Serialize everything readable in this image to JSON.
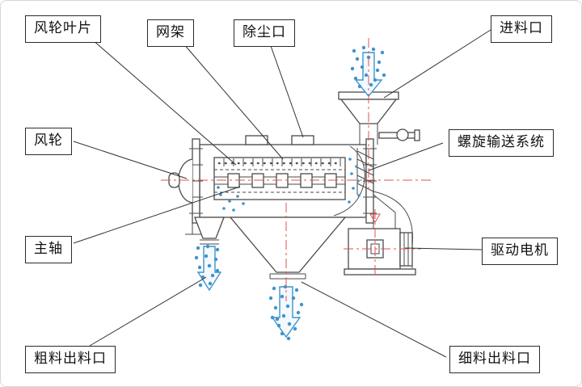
{
  "page": {
    "background": "#ffffff",
    "border_color": "#d6d6d6"
  },
  "diagram": {
    "name": "airflow-sieve-machine-structure-diagram",
    "colors": {
      "outline": "#4a4a4a",
      "centerline_red": "#e05252",
      "particle_blue": "#3f93cc",
      "label_border": "#2b2b2b",
      "label_text": "#111111"
    },
    "labels": [
      {
        "id": "wind-wheel-blade",
        "text": "风轮叶片"
      },
      {
        "id": "mesh-frame",
        "text": "网架"
      },
      {
        "id": "dust-port",
        "text": "除尘口"
      },
      {
        "id": "feed-inlet",
        "text": "进料口"
      },
      {
        "id": "wind-wheel",
        "text": "风轮"
      },
      {
        "id": "screw-conveyor",
        "text": "螺旋输送系统"
      },
      {
        "id": "main-shaft",
        "text": "主轴"
      },
      {
        "id": "drive-motor",
        "text": "驱动电机"
      },
      {
        "id": "coarse-outlet",
        "text": "粗料出料口"
      },
      {
        "id": "fine-outlet",
        "text": "细料出料口"
      }
    ]
  }
}
